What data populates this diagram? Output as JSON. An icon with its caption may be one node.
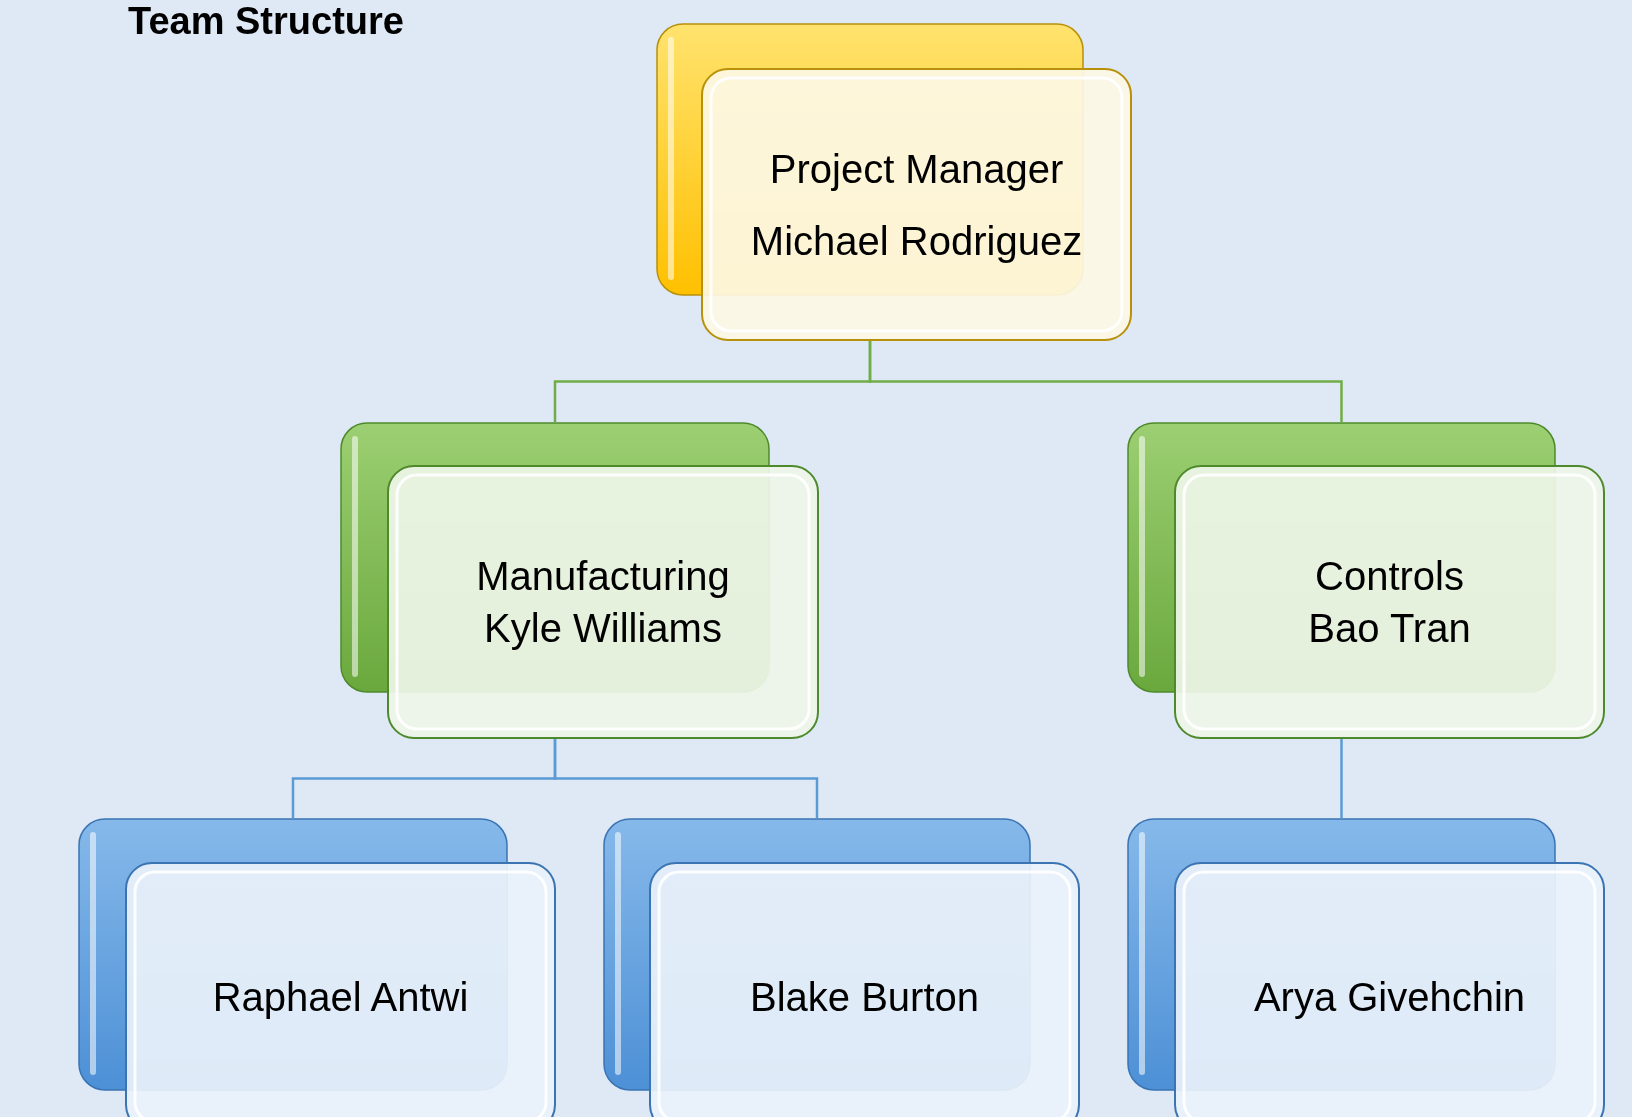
{
  "diagram": {
    "title": "Team Structure",
    "nodes": [
      {
        "text": [
          "Project Manager",
          "Michael Rodriguez"
        ]
      },
      {
        "text": [
          "Manufacturing",
          "Kyle Williams"
        ]
      },
      {
        "text": [
          "Controls",
          "Bao Tran"
        ]
      },
      {
        "text": [
          "Raphael Antwi"
        ]
      },
      {
        "text": [
          "Blake Burton"
        ]
      },
      {
        "text": [
          "Arya Givehchin"
        ]
      }
    ],
    "edges": [
      {
        "from": 0,
        "to": 1,
        "arrow": "none",
        "color": "#70ad47"
      },
      {
        "from": 0,
        "to": 2,
        "arrow": "none",
        "color": "#70ad47"
      },
      {
        "from": 1,
        "to": 3,
        "arrow": "none"
      },
      {
        "from": 1,
        "to": 4,
        "arrow": "none"
      },
      {
        "from": 2,
        "to": 5,
        "arrow": "none"
      }
    ]
  }
}
